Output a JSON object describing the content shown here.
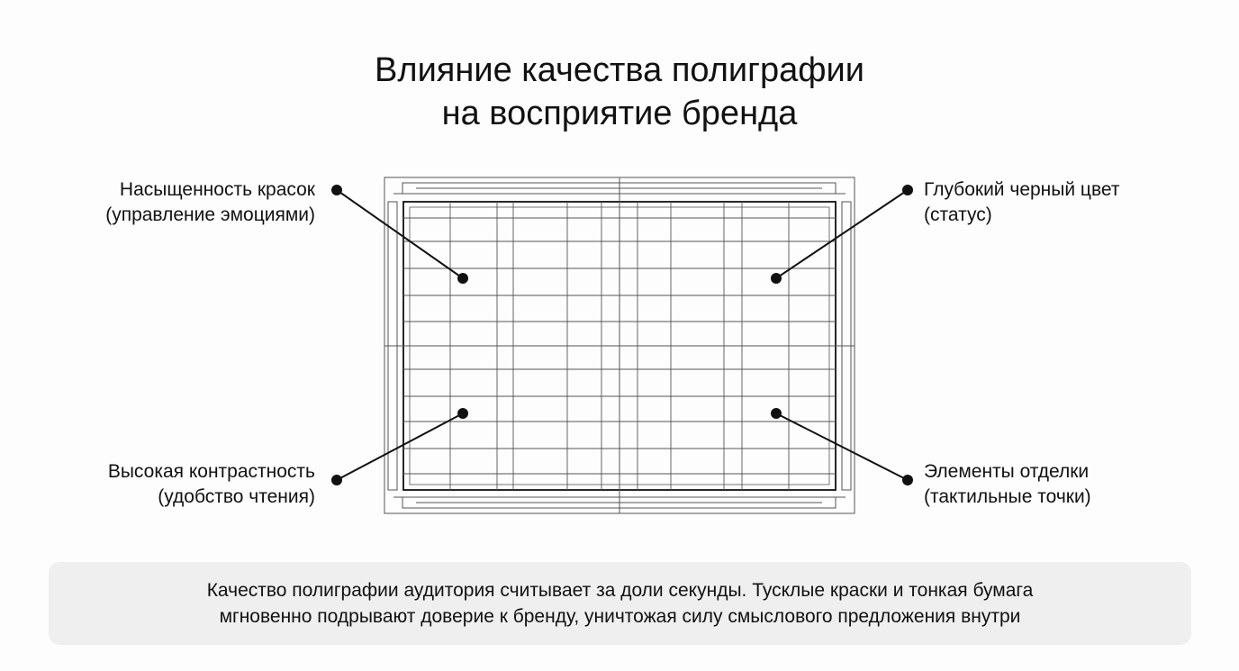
{
  "title": {
    "line1": "Влияние качества полиграфии",
    "line2": "на восприятие бренда"
  },
  "callouts": {
    "top_left": {
      "line1": "Насыщенность красок",
      "line2": "(управление эмоциями)"
    },
    "bottom_left": {
      "line1": "Высокая контрастность",
      "line2": "(удобство чтения)"
    },
    "top_right": {
      "line1": "Глубокий черный цвет",
      "line2": "(статус)"
    },
    "bottom_right": {
      "line1": "Элементы отделки",
      "line2": "(тактильные точки)"
    }
  },
  "note": {
    "line1": "Качество полиграфии аудитория считывает за доли секунды. Тусклые краски и тонкая бумага",
    "line2": "мгновенно подрывают доверие к бренду, уничтожая силу смыслового предложения внутри"
  },
  "colors": {
    "ink": "#111111",
    "grid_line": "#555555",
    "note_background": "#efefef",
    "page_background": "#fdfdfd"
  },
  "icons": {
    "marker": "filled-dot"
  }
}
